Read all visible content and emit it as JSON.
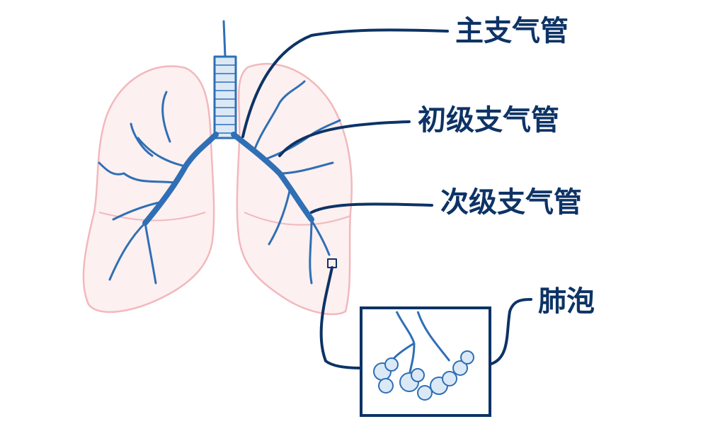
{
  "labels": {
    "main_bronchus": "主支气管",
    "primary_bronchus": "初级支气管",
    "secondary_bronchus": "次级支气管",
    "alveoli": "肺泡"
  },
  "colors": {
    "lung_fill": "#fdf0f0",
    "lung_outline": "#f2b8bd",
    "airway": "#2f6fb5",
    "airway_fill": "#dbe9f7",
    "leader": "#0d3366",
    "label": "#0d3366"
  }
}
